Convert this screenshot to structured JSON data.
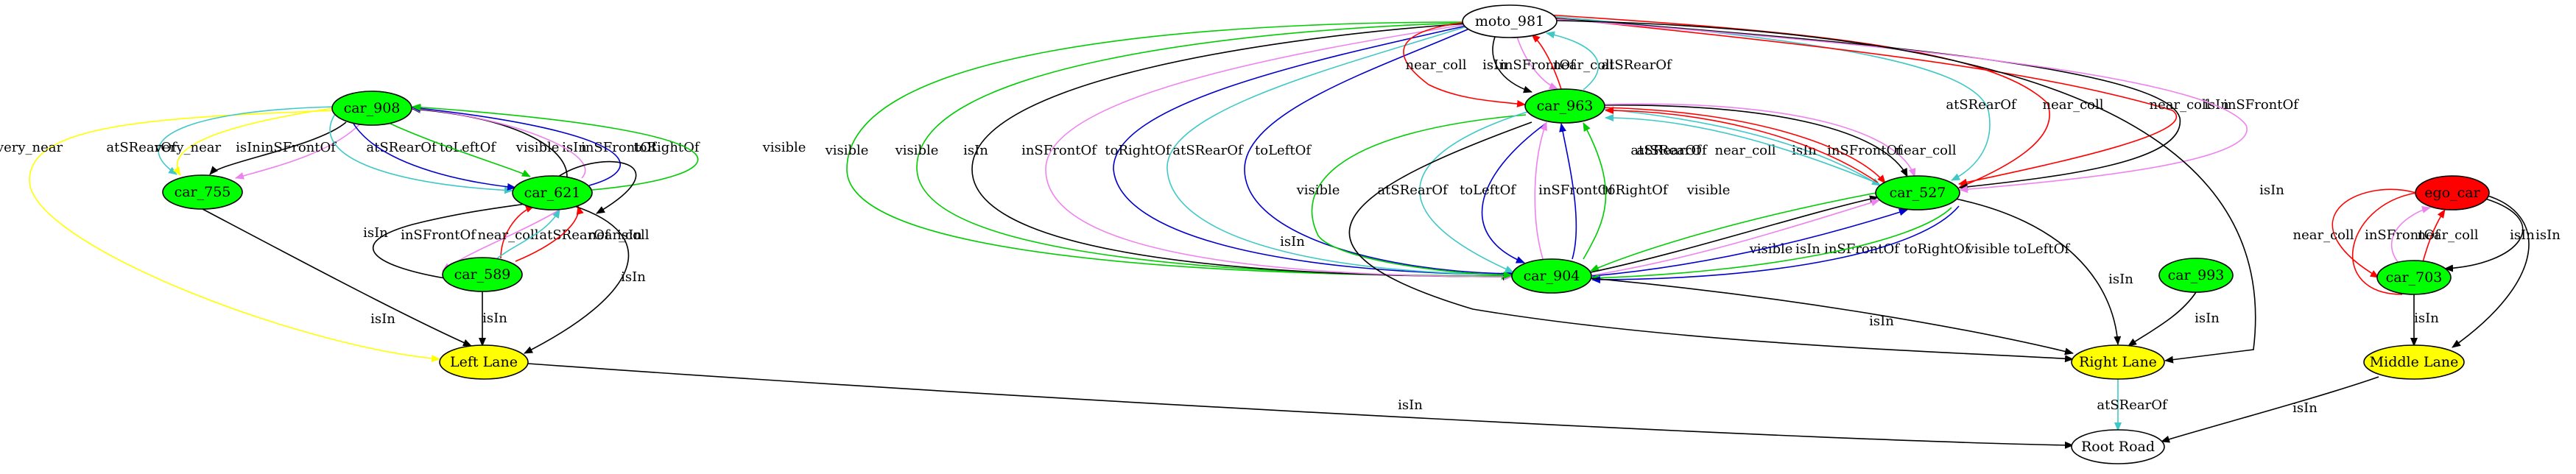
{
  "graph": {
    "nodes": [
      {
        "id": "moto_981",
        "label": "moto_981",
        "fill": "#ffffff"
      },
      {
        "id": "car_963",
        "label": "car_963",
        "fill": "#00ff00"
      },
      {
        "id": "car_527",
        "label": "car_527",
        "fill": "#00ff00"
      },
      {
        "id": "car_904",
        "label": "car_904",
        "fill": "#00ff00"
      },
      {
        "id": "car_908",
        "label": "car_908",
        "fill": "#00ff00"
      },
      {
        "id": "car_755",
        "label": "car_755",
        "fill": "#00ff00"
      },
      {
        "id": "car_621",
        "label": "car_621",
        "fill": "#00ff00"
      },
      {
        "id": "car_589",
        "label": "car_589",
        "fill": "#00ff00"
      },
      {
        "id": "car_993",
        "label": "car_993",
        "fill": "#00ff00"
      },
      {
        "id": "ego_car",
        "label": "ego_car",
        "fill": "#ff0000"
      },
      {
        "id": "car_703",
        "label": "car_703",
        "fill": "#00ff00"
      },
      {
        "id": "left_lane",
        "label": "Left Lane",
        "fill": "#ffff00"
      },
      {
        "id": "right_lane",
        "label": "Right Lane",
        "fill": "#ffff00"
      },
      {
        "id": "middle_lane",
        "label": "Middle Lane",
        "fill": "#ffff00"
      },
      {
        "id": "root_road",
        "label": "Root Road",
        "fill": "#ffffff"
      }
    ],
    "edges": [
      {
        "label": "visible",
        "color": "#00cc00"
      },
      {
        "label": "visible",
        "color": "#00cc00"
      },
      {
        "label": "isIn",
        "color": "#000000"
      },
      {
        "label": "inSFrontOf",
        "color": "#ee82ee"
      },
      {
        "label": "toRightOf",
        "color": "#0000cc"
      },
      {
        "label": "atSRearOf",
        "color": "#40c8c8"
      },
      {
        "label": "toLeftOf",
        "color": "#0000cc"
      },
      {
        "label": "near_coll",
        "color": "#ff0000"
      },
      {
        "label": "isIn",
        "color": "#000000"
      },
      {
        "label": "inSFrontOf",
        "color": "#ee82ee"
      },
      {
        "label": "near_coll",
        "color": "#ff0000"
      },
      {
        "label": "atSRearOf",
        "color": "#40c8c8"
      },
      {
        "label": "near_coll",
        "color": "#ff0000"
      },
      {
        "label": "atSRearOf",
        "color": "#40c8c8"
      },
      {
        "label": "near_coll",
        "color": "#ff0000"
      },
      {
        "label": "isIn",
        "color": "#000000"
      },
      {
        "label": "inSFrontOf",
        "color": "#ee82ee"
      },
      {
        "label": "isIn",
        "color": "#000000"
      },
      {
        "label": "visible",
        "color": "#00cc00"
      },
      {
        "label": "atSRearOf",
        "color": "#40c8c8"
      },
      {
        "label": "toLeftOf",
        "color": "#0000cc"
      },
      {
        "label": "inSFrontOf",
        "color": "#ee82ee"
      },
      {
        "label": "toRightOf",
        "color": "#0000cc"
      },
      {
        "label": "visible",
        "color": "#00cc00"
      },
      {
        "label": "isIn",
        "color": "#000000"
      },
      {
        "label": "atSRearOf",
        "color": "#40c8c8"
      },
      {
        "label": "near_coll",
        "color": "#ff0000"
      },
      {
        "label": "isIn",
        "color": "#000000"
      },
      {
        "label": "inSFrontOf",
        "color": "#ee82ee"
      },
      {
        "label": "near_coll",
        "color": "#ff0000"
      },
      {
        "label": "atSRearOf",
        "color": "#40c8c8"
      },
      {
        "label": "visible",
        "color": "#00cc00"
      },
      {
        "label": "isIn",
        "color": "#000000"
      },
      {
        "label": "inSFrontOf",
        "color": "#ee82ee"
      },
      {
        "label": "toRightOf",
        "color": "#0000cc"
      },
      {
        "label": "visible",
        "color": "#00cc00"
      },
      {
        "label": "toLeftOf",
        "color": "#0000cc"
      },
      {
        "label": "isIn",
        "color": "#000000"
      },
      {
        "label": "isIn",
        "color": "#000000"
      },
      {
        "label": "isIn",
        "color": "#000000"
      },
      {
        "label": "very_near",
        "color": "#ffff00"
      },
      {
        "label": "atSRearOf",
        "color": "#40c8c8"
      },
      {
        "label": "very_near",
        "color": "#ffff00"
      },
      {
        "label": "isIn",
        "color": "#000000"
      },
      {
        "label": "inSFrontOf",
        "color": "#ee82ee"
      },
      {
        "label": "atSRearOf",
        "color": "#40c8c8"
      },
      {
        "label": "toLeftOf",
        "color": "#0000cc"
      },
      {
        "label": "visible",
        "color": "#00cc00"
      },
      {
        "label": "isIn",
        "color": "#000000"
      },
      {
        "label": "inSFrontOf",
        "color": "#ee82ee"
      },
      {
        "label": "toRightOf",
        "color": "#0000cc"
      },
      {
        "label": "visible",
        "color": "#00cc00"
      },
      {
        "label": "isIn",
        "color": "#000000"
      },
      {
        "label": "isIn",
        "color": "#000000"
      },
      {
        "label": "inSFrontOf",
        "color": "#ee82ee"
      },
      {
        "label": "near_coll",
        "color": "#ff0000"
      },
      {
        "label": "atSRearOf",
        "color": "#40c8c8"
      },
      {
        "label": "near_coll",
        "color": "#ff0000"
      },
      {
        "label": "isIn",
        "color": "#000000"
      },
      {
        "label": "isIn",
        "color": "#000000"
      },
      {
        "label": "isIn",
        "color": "#000000"
      },
      {
        "label": "isIn",
        "color": "#000000"
      },
      {
        "label": "atSRearOf",
        "color": "#40c8c8"
      },
      {
        "label": "near_coll",
        "color": "#ff0000"
      },
      {
        "label": "inSFrontOf",
        "color": "#ee82ee"
      },
      {
        "label": "near_coll",
        "color": "#ff0000"
      },
      {
        "label": "isIn",
        "color": "#000000"
      },
      {
        "label": "isIn",
        "color": "#000000"
      },
      {
        "label": "isIn",
        "color": "#000000"
      },
      {
        "label": "isIn",
        "color": "#000000"
      }
    ]
  }
}
